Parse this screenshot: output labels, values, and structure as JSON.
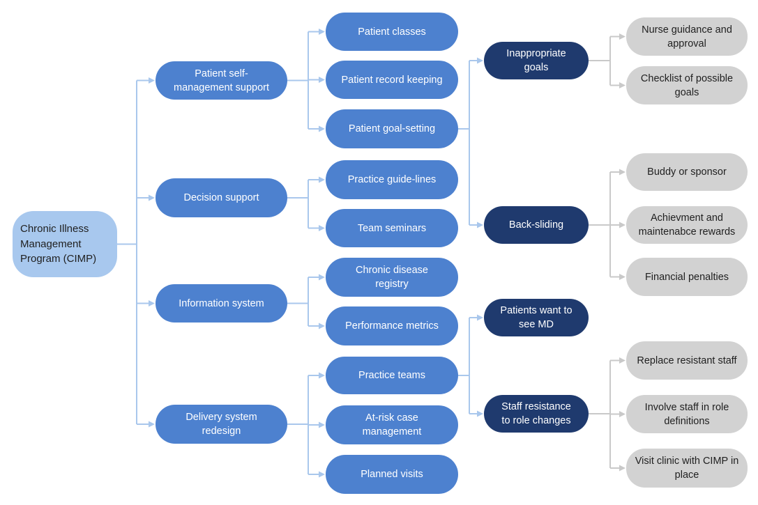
{
  "diagram": {
    "root_label": "Chronic Illness\nManagement\nProgram (CIMP)"
  },
  "colors": {
    "background": "#ffffff",
    "root_fill": "#a8c8ee",
    "branch_fill": "#4d81cf",
    "issue_fill": "#1f3a6e",
    "solution_fill": "#d2d2d2",
    "text_dark": "#1f1f1f",
    "text_light": "#ffffff",
    "connector_blue": "#a9c7ec",
    "connector_gray": "#c9c9c9"
  },
  "nodes": [
    {
      "id": "cimp-root",
      "kind": "root",
      "label": "Chronic Illness\nManagement\nProgram (CIMP)"
    },
    {
      "id": "patient-self-management-support",
      "kind": "branch",
      "label": "Patient self-\nmanagement support"
    },
    {
      "id": "decision-support",
      "kind": "branch",
      "label": "Decision support"
    },
    {
      "id": "information-system",
      "kind": "branch",
      "label": "Information system"
    },
    {
      "id": "delivery-system-redesign",
      "kind": "branch",
      "label": "Delivery system\nredesign"
    },
    {
      "id": "patient-classes",
      "kind": "branch",
      "label": "Patient classes"
    },
    {
      "id": "patient-record-keeping",
      "kind": "branch",
      "label": "Patient record keeping"
    },
    {
      "id": "patient-goal-setting",
      "kind": "branch",
      "label": "Patient goal-setting"
    },
    {
      "id": "practice-guide-lines",
      "kind": "branch",
      "label": "Practice guide-lines"
    },
    {
      "id": "team-seminars",
      "kind": "branch",
      "label": "Team seminars"
    },
    {
      "id": "chronic-disease-registry",
      "kind": "branch",
      "label": "Chronic disease\nregistry"
    },
    {
      "id": "performance-metrics",
      "kind": "branch",
      "label": "Performance metrics"
    },
    {
      "id": "practice-teams",
      "kind": "branch",
      "label": "Practice teams"
    },
    {
      "id": "at-risk-case-management",
      "kind": "branch",
      "label": "At-risk case\nmanagement"
    },
    {
      "id": "planned-visits",
      "kind": "branch",
      "label": "Planned visits"
    },
    {
      "id": "inappropriate-goals",
      "kind": "issue",
      "label": "Inappropriate\ngoals"
    },
    {
      "id": "back-sliding",
      "kind": "issue",
      "label": "Back-sliding"
    },
    {
      "id": "patients-want-to-see-md",
      "kind": "issue",
      "label": "Patients want to\nsee MD"
    },
    {
      "id": "staff-resistance-to-role-changes",
      "kind": "issue",
      "label": "Staff resistance\nto role changes"
    },
    {
      "id": "nurse-guidance-and-approval",
      "kind": "solution",
      "label": "Nurse guidance and\napproval"
    },
    {
      "id": "checklist-of-possible-goals",
      "kind": "solution",
      "label": "Checklist of possible\ngoals"
    },
    {
      "id": "buddy-or-sponsor",
      "kind": "solution",
      "label": "Buddy or sponsor"
    },
    {
      "id": "achievment-and-maintenabce-rewards",
      "kind": "solution",
      "label": "Achievment and\nmaintenabce rewards"
    },
    {
      "id": "financial-penalties",
      "kind": "solution",
      "label": "Financial penalties"
    },
    {
      "id": "replace-resistant-staff",
      "kind": "solution",
      "label": "Replace resistant staff"
    },
    {
      "id": "involve-staff-in-role-definitions",
      "kind": "solution",
      "label": "Involve staff in role\ndefinitions"
    },
    {
      "id": "visit-clinic-with-cimp-in-place",
      "kind": "solution",
      "label": "Visit clinic with CIMP in\nplace"
    }
  ],
  "connectors": [
    {
      "from": "cimp-root",
      "to": [
        "patient-self-management-support",
        "decision-support",
        "information-system",
        "delivery-system-redesign"
      ],
      "style": "blue"
    },
    {
      "from": "patient-self-management-support",
      "to": [
        "patient-classes",
        "patient-record-keeping",
        "patient-goal-setting"
      ],
      "style": "blue"
    },
    {
      "from": "decision-support",
      "to": [
        "practice-guide-lines",
        "team-seminars"
      ],
      "style": "blue"
    },
    {
      "from": "information-system",
      "to": [
        "chronic-disease-registry",
        "performance-metrics"
      ],
      "style": "blue"
    },
    {
      "from": "delivery-system-redesign",
      "to": [
        "practice-teams",
        "at-risk-case-management",
        "planned-visits"
      ],
      "style": "blue"
    },
    {
      "from": "patient-goal-setting",
      "to": [
        "inappropriate-goals",
        "back-sliding"
      ],
      "style": "blue"
    },
    {
      "from": "practice-teams",
      "to": [
        "patients-want-to-see-md",
        "staff-resistance-to-role-changes"
      ],
      "style": "blue"
    },
    {
      "from": "inappropriate-goals",
      "to": [
        "nurse-guidance-and-approval",
        "checklist-of-possible-goals"
      ],
      "style": "gray"
    },
    {
      "from": "back-sliding",
      "to": [
        "buddy-or-sponsor",
        "achievment-and-maintenabce-rewards",
        "financial-penalties"
      ],
      "style": "gray"
    },
    {
      "from": "staff-resistance-to-role-changes",
      "to": [
        "replace-resistant-staff",
        "involve-staff-in-role-definitions",
        "visit-clinic-with-cimp-in-place"
      ],
      "style": "gray"
    }
  ]
}
